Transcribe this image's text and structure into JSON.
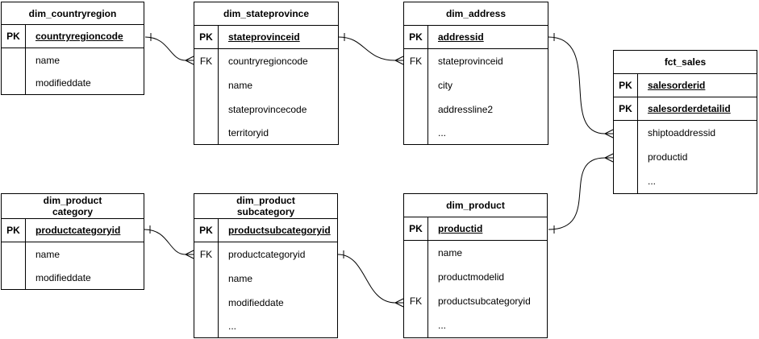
{
  "colors": {
    "line": "#000000",
    "background": "#ffffff",
    "text": "#000000"
  },
  "tables": {
    "dim_countryregion": {
      "title": "dim_countryregion",
      "rows": [
        {
          "key": "PK",
          "field": "countryregioncode",
          "is_pk": true
        },
        {
          "key": "",
          "field": "name"
        },
        {
          "key": "",
          "field": "modifieddate"
        }
      ]
    },
    "dim_stateprovince": {
      "title": "dim_stateprovince",
      "rows": [
        {
          "key": "PK",
          "field": "stateprovinceid",
          "is_pk": true
        },
        {
          "key": "FK",
          "field": "countryregioncode"
        },
        {
          "key": "",
          "field": "name"
        },
        {
          "key": "",
          "field": "stateprovincecode"
        },
        {
          "key": "",
          "field": "territoryid"
        }
      ]
    },
    "dim_address": {
      "title": "dim_address",
      "rows": [
        {
          "key": "PK",
          "field": "addressid",
          "is_pk": true
        },
        {
          "key": "FK",
          "field": "stateprovinceid"
        },
        {
          "key": "",
          "field": "city"
        },
        {
          "key": "",
          "field": "addressline2"
        },
        {
          "key": "",
          "field": "..."
        }
      ]
    },
    "fct_sales": {
      "title": "fct_sales",
      "rows": [
        {
          "key": "PK",
          "field": "salesorderid",
          "is_pk": true
        },
        {
          "key": "PK",
          "field": "salesorderdetailid",
          "is_pk": true
        },
        {
          "key": "",
          "field": "shiptoaddressid"
        },
        {
          "key": "",
          "field": "productid"
        },
        {
          "key": "",
          "field": "..."
        }
      ]
    },
    "dim_productcategory": {
      "title": "dim_product\ncategory",
      "rows": [
        {
          "key": "PK",
          "field": "productcategoryid",
          "is_pk": true
        },
        {
          "key": "",
          "field": "name"
        },
        {
          "key": "",
          "field": "modifieddate"
        }
      ]
    },
    "dim_productsubcategory": {
      "title": "dim_product\nsubcategory",
      "rows": [
        {
          "key": "PK",
          "field": "productsubcategoryid",
          "is_pk": true
        },
        {
          "key": "FK",
          "field": "productcategoryid"
        },
        {
          "key": "",
          "field": "name"
        },
        {
          "key": "",
          "field": "modifieddate"
        },
        {
          "key": "",
          "field": "..."
        }
      ]
    },
    "dim_product": {
      "title": "dim_product",
      "rows": [
        {
          "key": "PK",
          "field": "productid",
          "is_pk": true
        },
        {
          "key": "",
          "field": "name"
        },
        {
          "key": "",
          "field": "productmodelid"
        },
        {
          "key": "FK",
          "field": "productsubcategoryid"
        },
        {
          "key": "",
          "field": "..."
        }
      ]
    }
  },
  "relationships": [
    {
      "from_table": "dim_countryregion",
      "from_field": "countryregioncode",
      "to_table": "dim_stateprovince",
      "to_field": "countryregioncode",
      "cardinality": "one-to-many"
    },
    {
      "from_table": "dim_stateprovince",
      "from_field": "stateprovinceid",
      "to_table": "dim_address",
      "to_field": "stateprovinceid",
      "cardinality": "one-to-many"
    },
    {
      "from_table": "dim_address",
      "from_field": "addressid",
      "to_table": "fct_sales",
      "to_field": "shiptoaddressid",
      "cardinality": "one-to-many"
    },
    {
      "from_table": "dim_product",
      "from_field": "productid",
      "to_table": "fct_sales",
      "to_field": "productid",
      "cardinality": "one-to-many"
    },
    {
      "from_table": "dim_productcategory",
      "from_field": "productcategoryid",
      "to_table": "dim_productsubcategory",
      "to_field": "productcategoryid",
      "cardinality": "one-to-many"
    },
    {
      "from_table": "dim_productsubcategory",
      "from_field": "productsubcategoryid",
      "to_table": "dim_product",
      "to_field": "productsubcategoryid",
      "cardinality": "one-to-many"
    }
  ]
}
